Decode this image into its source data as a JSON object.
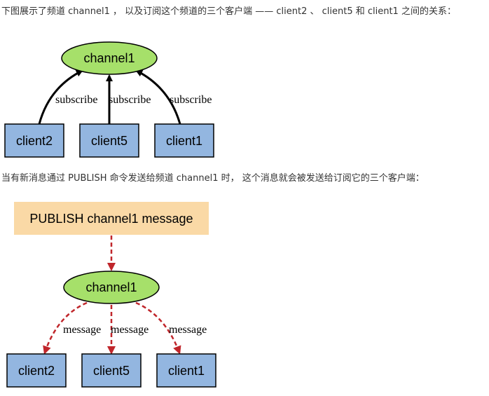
{
  "intro_text": "下图展示了频道 channel1 ， 以及订阅这个频道的三个客户端 —— client2 、 client5 和 client1 之间的关系：",
  "publish_text": "当有新消息通过 PUBLISH 命令发送给频道 channel1 时， 这个消息就会被发送给订阅它的三个客户端：",
  "diagram1": {
    "channel": "channel1",
    "clients": [
      "client2",
      "client5",
      "client1"
    ],
    "edge_label": "subscribe"
  },
  "diagram2": {
    "publish_box": "PUBLISH channel1 message",
    "channel": "channel1",
    "clients": [
      "client2",
      "client5",
      "client1"
    ],
    "edge_label": "message"
  },
  "colors": {
    "channel_fill": "#a6e06a",
    "client_fill": "#93b6e0",
    "publish_fill": "#fad9a6",
    "message_arrow": "#c0262b",
    "subscribe_arrow": "#000000"
  }
}
